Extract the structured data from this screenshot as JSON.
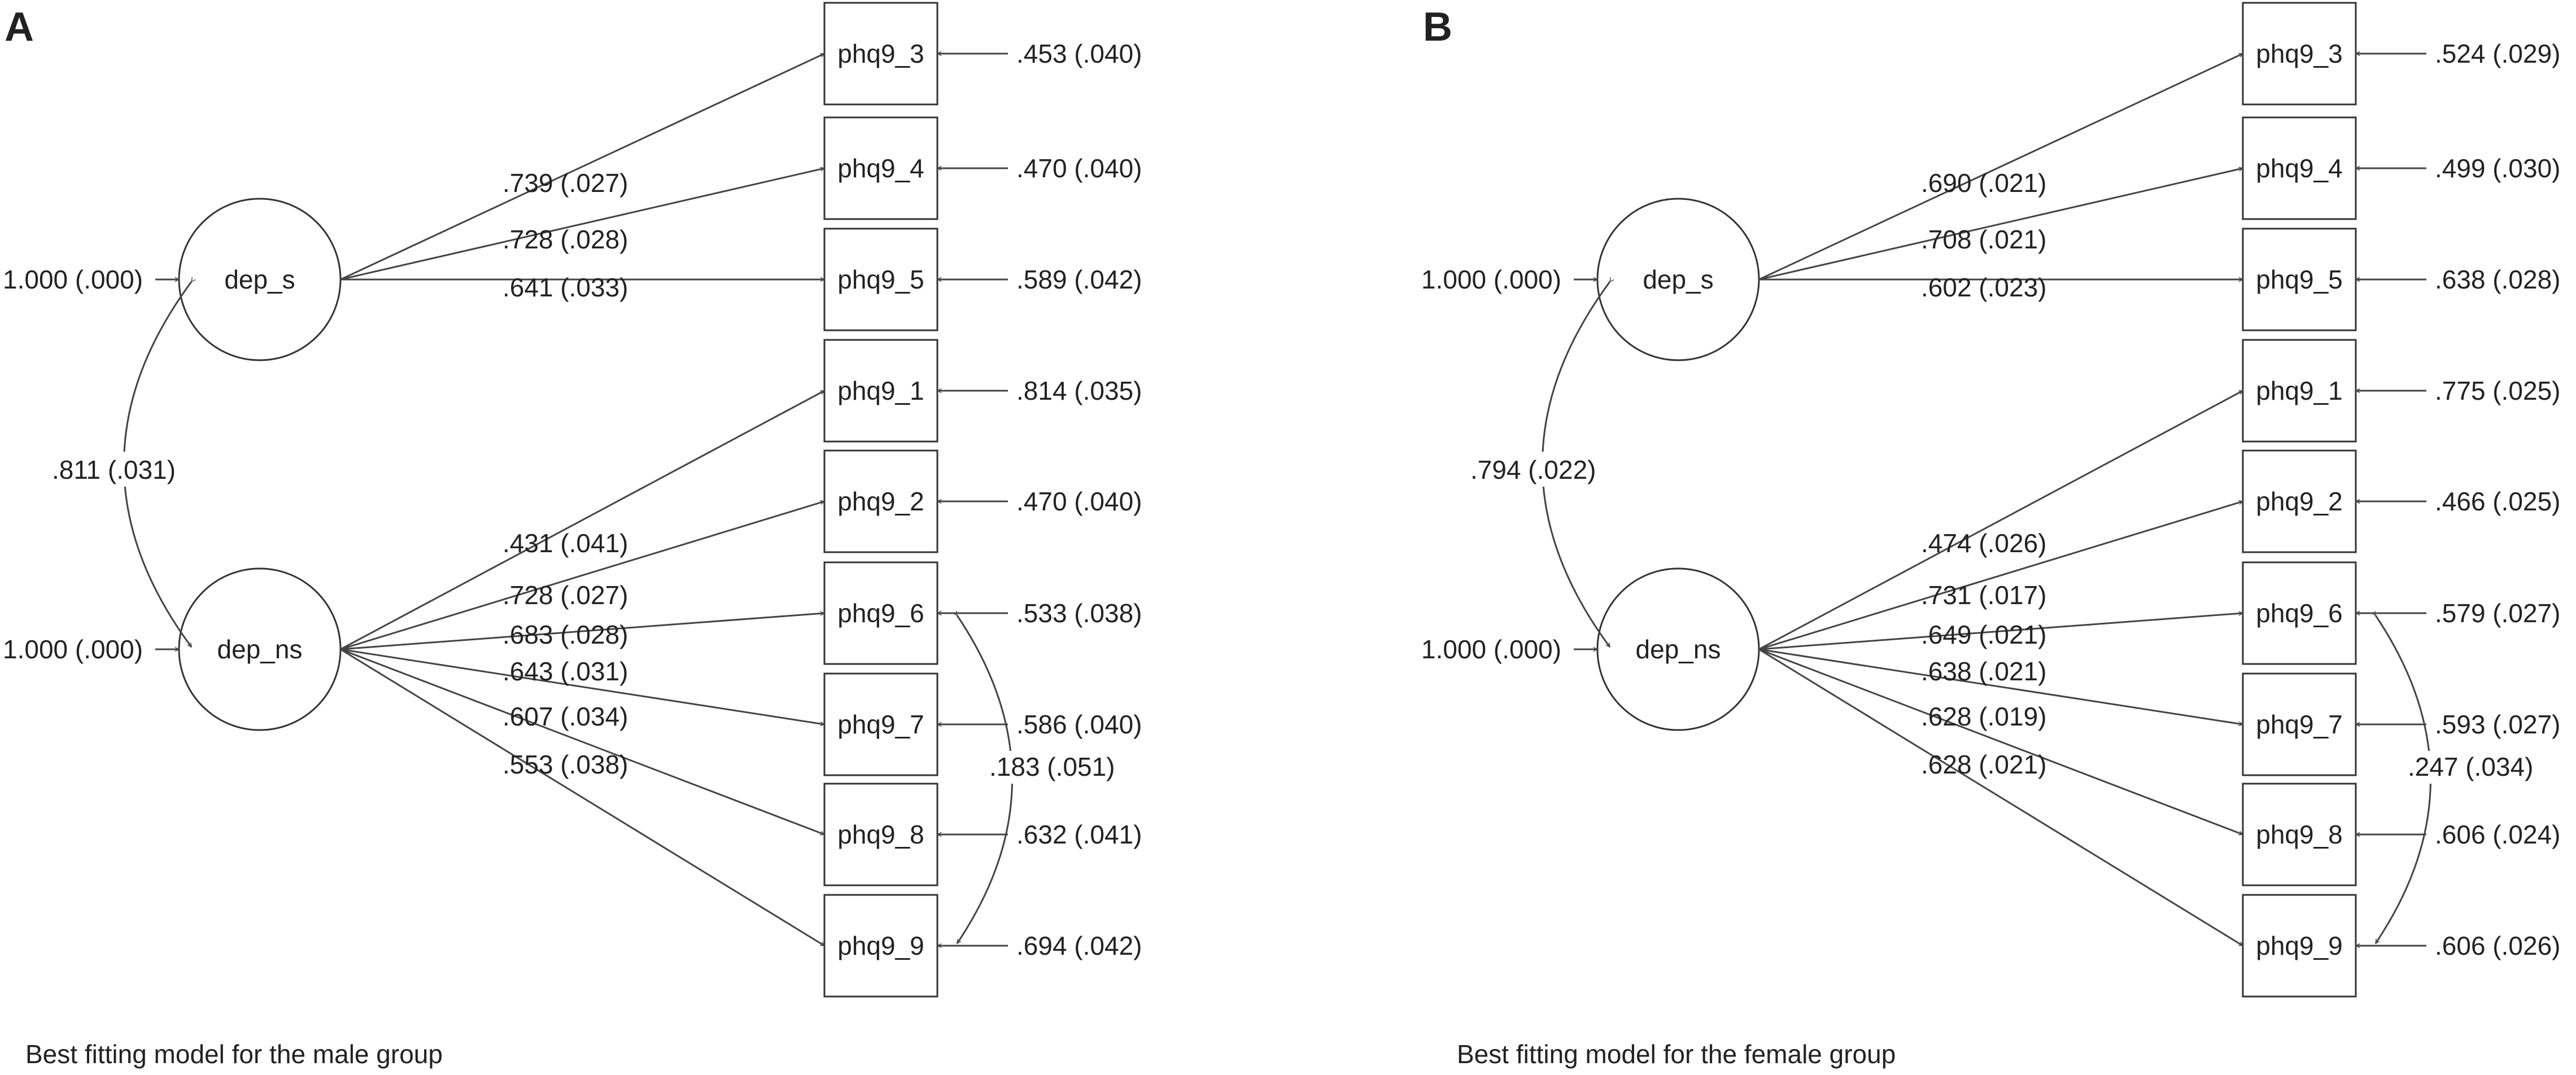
{
  "colors": {
    "line": "#444444",
    "text": "#222222",
    "background": "#ffffff"
  },
  "panels": [
    {
      "letter": "A",
      "caption": "Best fitting model for the male group",
      "latents": [
        {
          "id": "s",
          "label": "dep_s",
          "variance": "1.000 (.000)"
        },
        {
          "id": "ns",
          "label": "dep_ns",
          "variance": "1.000 (.000)"
        }
      ],
      "latent_covariance": ".811 (.031)",
      "items": [
        {
          "label": "phq9_3",
          "factor": "s",
          "loading": ".739  (.027)",
          "residual": ".453 (.040)"
        },
        {
          "label": "phq9_4",
          "factor": "s",
          "loading": ".728  (.028)",
          "residual": ".470 (.040)"
        },
        {
          "label": "phq9_5",
          "factor": "s",
          "loading": ".641  (.033)",
          "residual": ".589 (.042)"
        },
        {
          "label": "phq9_1",
          "factor": "ns",
          "loading": ".431 (.041)",
          "residual": ".814 (.035)"
        },
        {
          "label": "phq9_2",
          "factor": "ns",
          "loading": ".728  (.027)",
          "residual": ".470 (.040)"
        },
        {
          "label": "phq9_6",
          "factor": "ns",
          "loading": ".683  (.028)",
          "residual": ".533 (.038)"
        },
        {
          "label": "phq9_7",
          "factor": "ns",
          "loading": ".643  (.031)",
          "residual": ".586 (.040)"
        },
        {
          "label": "phq9_8",
          "factor": "ns",
          "loading": ".607  (.034)",
          "residual": ".632 (.041)"
        },
        {
          "label": "phq9_9",
          "factor": "ns",
          "loading": ".553  (.038)",
          "residual": ".694 (.042)"
        }
      ],
      "error_covariance": ".183 (.051)"
    },
    {
      "letter": "B",
      "caption": "Best fitting model for the female group",
      "latents": [
        {
          "id": "s",
          "label": "dep_s",
          "variance": "1.000 (.000)"
        },
        {
          "id": "ns",
          "label": "dep_ns",
          "variance": "1.000 (.000)"
        }
      ],
      "latent_covariance": ".794 (.022)",
      "items": [
        {
          "label": "phq9_3",
          "factor": "s",
          "loading": ".690  (.021)",
          "residual": ".524 (.029)"
        },
        {
          "label": "phq9_4",
          "factor": "s",
          "loading": ".708  (.021)",
          "residual": ".499 (.030)"
        },
        {
          "label": "phq9_5",
          "factor": "s",
          "loading": ".602  (.023)",
          "residual": ".638 (.028)"
        },
        {
          "label": "phq9_1",
          "factor": "ns",
          "loading": ".474 (.026)",
          "residual": ".775 (.025)"
        },
        {
          "label": "phq9_2",
          "factor": "ns",
          "loading": ".731  (.017)",
          "residual": ".466 (.025)"
        },
        {
          "label": "phq9_6",
          "factor": "ns",
          "loading": ".649  (.021)",
          "residual": ".579 (.027)"
        },
        {
          "label": "phq9_7",
          "factor": "ns",
          "loading": ".638  (.021)",
          "residual": ".593 (.027)"
        },
        {
          "label": "phq9_8",
          "factor": "ns",
          "loading": ".628  (.019)",
          "residual": ".606 (.024)"
        },
        {
          "label": "phq9_9",
          "factor": "ns",
          "loading": ".628  (.021)",
          "residual": ".606 (.026)"
        }
      ],
      "error_covariance": ".247 (.034)"
    }
  ]
}
